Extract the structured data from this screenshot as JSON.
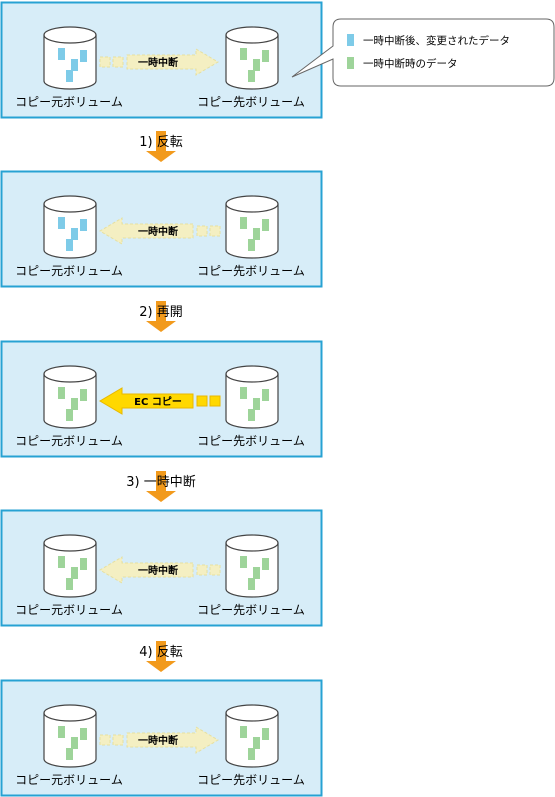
{
  "legend": {
    "changed_label": "一時中断後、変更されたデータ",
    "paused_label": "一時中断時のデータ",
    "changed_color": "#7ecbe8",
    "paused_color": "#9ed49a"
  },
  "colors": {
    "panel_fill": "#d7edf8",
    "panel_border": "#27a2d3",
    "faded_arrow": "#f4efc2",
    "faded_arrow_border": "#e6e0a0",
    "active_arrow": "#ffd800",
    "active_arrow_border": "#e8b800",
    "step_arrow": "#f29a1c"
  },
  "panels": [
    {
      "source_label": "コピー元ボリューム",
      "target_label": "コピー先ボリューム",
      "arrow_label": "一時中断",
      "arrow_direction": "right",
      "arrow_style": "faded",
      "source_blocks": "changed",
      "target_blocks": "paused"
    },
    {
      "source_label": "コピー元ボリューム",
      "target_label": "コピー先ボリューム",
      "arrow_label": "一時中断",
      "arrow_direction": "left",
      "arrow_style": "faded",
      "source_blocks": "changed",
      "target_blocks": "paused"
    },
    {
      "source_label": "コピー元ボリューム",
      "target_label": "コピー先ボリューム",
      "arrow_label": "EC コピー",
      "arrow_direction": "left",
      "arrow_style": "active",
      "source_blocks": "paused",
      "target_blocks": "paused"
    },
    {
      "source_label": "コピー元ボリューム",
      "target_label": "コピー先ボリューム",
      "arrow_label": "一時中断",
      "arrow_direction": "left",
      "arrow_style": "faded",
      "source_blocks": "paused",
      "target_blocks": "paused"
    },
    {
      "source_label": "コピー元ボリューム",
      "target_label": "コピー先ボリューム",
      "arrow_label": "一時中断",
      "arrow_direction": "right",
      "arrow_style": "faded",
      "source_blocks": "paused",
      "target_blocks": "paused"
    }
  ],
  "steps": [
    {
      "label": "1) 反転"
    },
    {
      "label": "2) 再開"
    },
    {
      "label": "3) 一時中断"
    },
    {
      "label": "4) 反転"
    }
  ]
}
